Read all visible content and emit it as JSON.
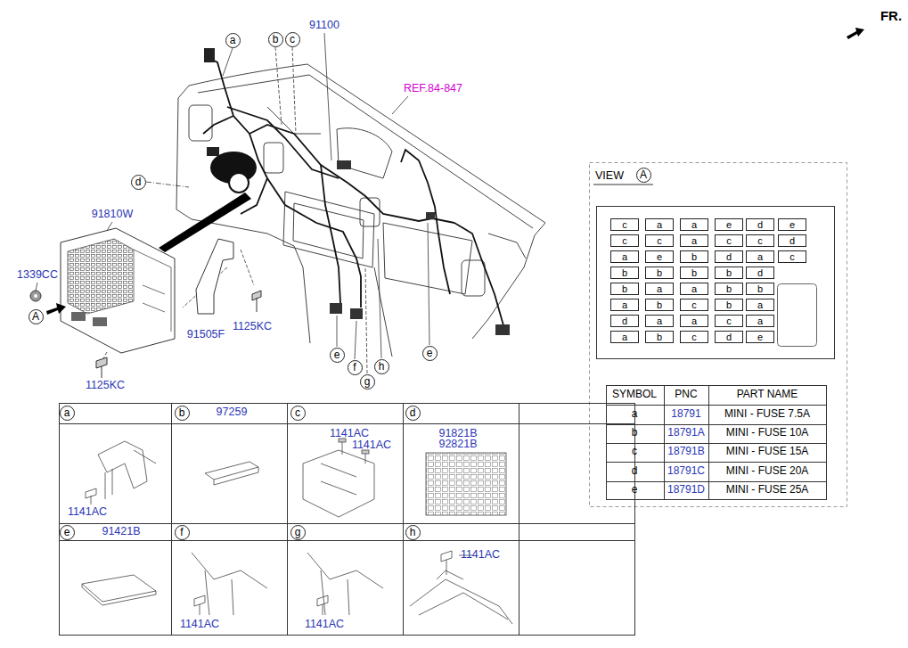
{
  "diagram": {
    "nodes": [
      {
        "text": [
          "a"
        ]
      },
      {
        "text": [
          "b"
        ]
      },
      {
        "text": [
          "c"
        ]
      },
      {
        "text": [
          "d"
        ]
      },
      {
        "text": [
          "A"
        ]
      },
      {
        "text": [
          "e"
        ]
      },
      {
        "text": [
          "f"
        ]
      },
      {
        "text": [
          "h"
        ]
      },
      {
        "text": [
          "g"
        ]
      },
      {
        "text": [
          "e"
        ]
      },
      {
        "text": [
          "A"
        ]
      },
      {
        "text": [
          "a"
        ]
      },
      {
        "text": [
          "b"
        ]
      },
      {
        "text": [
          "c"
        ]
      },
      {
        "text": [
          "d"
        ]
      },
      {
        "text": [
          "e"
        ]
      },
      {
        "text": [
          "f"
        ]
      },
      {
        "text": [
          "g"
        ]
      },
      {
        "text": [
          "h"
        ]
      }
    ],
    "labels": [
      "FR.",
      "91100",
      "REF.84-847",
      "91810W",
      "1339CC",
      "1125KC",
      "91505F",
      "1125KC",
      "97259",
      "1141AC",
      "1141AC",
      "91821B",
      "92821B",
      "1141AC",
      "91421B",
      "1141AC",
      "1141AC",
      "1141AC",
      "VIEW",
      "c",
      "a",
      "a",
      "e",
      "d",
      "e",
      "c",
      "c",
      "a",
      "c",
      "c",
      "d",
      "a",
      "e",
      "b",
      "d",
      "a",
      "c",
      "b",
      "b",
      "b",
      "b",
      "d",
      "b",
      "a",
      "a",
      "b",
      "b",
      "a",
      "b",
      "c",
      "b",
      "a",
      "d",
      "a",
      "a",
      "c",
      "a",
      "a",
      "b",
      "c",
      "d",
      "e",
      "SYMBOL",
      "PNC",
      "PART NAME",
      "a",
      "18791",
      "MINI - FUSE 7.5A",
      "b",
      "18791A",
      "MINI - FUSE 10A",
      "c",
      "18791B",
      "MINI - FUSE 15A",
      "d",
      "18791C",
      "MINI - FUSE 20A",
      "e",
      "18791D",
      "MINI - FUSE 25A"
    ]
  }
}
